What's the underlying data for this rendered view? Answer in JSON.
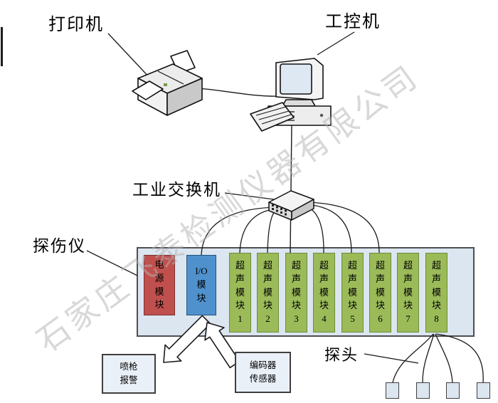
{
  "watermark": {
    "text": "石家庄飞泰检测仪器有限公司"
  },
  "labels": {
    "printer": "打印机",
    "ipc": "工控机",
    "switch": "工业交换机",
    "detector": "探伤仪",
    "probe": "探头"
  },
  "detector": {
    "modules": [
      {
        "name": "power-module",
        "label": "电\n源\n模\n块",
        "color": "#c0504d"
      },
      {
        "name": "io-module",
        "label": "I/O\n模\n块",
        "color": "#4f91cd"
      },
      {
        "name": "ultrasonic-module-1",
        "label": "超\n声\n模\n块\n1",
        "color": "#9bbb59"
      },
      {
        "name": "ultrasonic-module-2",
        "label": "超\n声\n模\n块\n2",
        "color": "#9bbb59"
      },
      {
        "name": "ultrasonic-module-3",
        "label": "超\n声\n模\n块\n3",
        "color": "#9bbb59"
      },
      {
        "name": "ultrasonic-module-4",
        "label": "超\n声\n模\n块\n4",
        "color": "#9bbb59"
      },
      {
        "name": "ultrasonic-module-5",
        "label": "超\n声\n模\n块\n5",
        "color": "#9bbb59"
      },
      {
        "name": "ultrasonic-module-6",
        "label": "超\n声\n模\n块\n6",
        "color": "#9bbb59"
      },
      {
        "name": "ultrasonic-module-7",
        "label": "超\n声\n模\n块\n7",
        "color": "#9bbb59"
      },
      {
        "name": "ultrasonic-module-8",
        "label": "超\n声\n模\n块\n8",
        "color": "#9bbb59"
      }
    ]
  },
  "peripherals": {
    "spray_alarm": "喷枪\n报警",
    "encoder_sensor": "编码器\n传感器",
    "probe_count": 4
  },
  "icons": {
    "printer": "printer-icon",
    "ipc": "computer-icon",
    "switch": "switch-icon"
  },
  "colors": {
    "chassis_fill": "#dce6f1",
    "power_module": "#c0504d",
    "io_module": "#4f91cd",
    "ultrasonic_module": "#9bbb59",
    "peripheral_box_fill": "#eaf0f8",
    "wire": "#1a1a1a",
    "watermark": "#b2b2b2"
  }
}
